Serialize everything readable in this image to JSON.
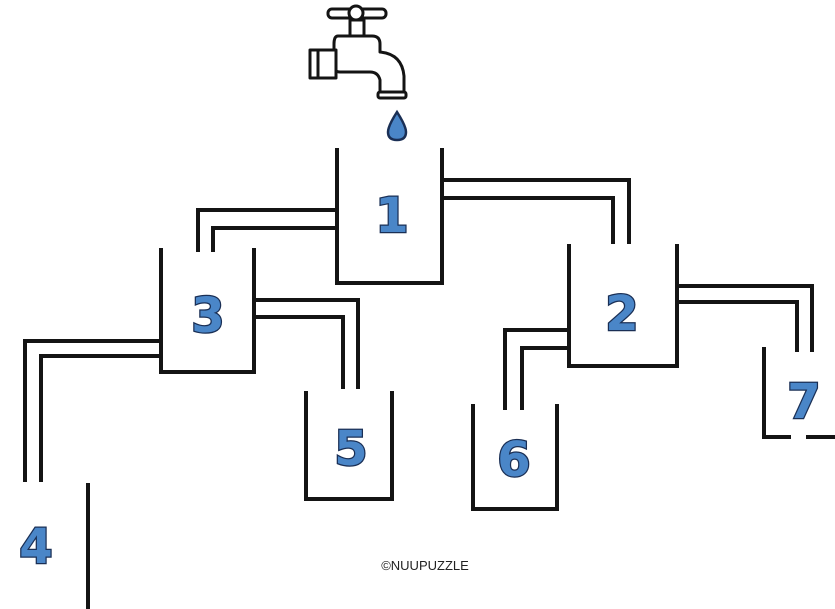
{
  "credit": "©NUUPUZZLE",
  "containers": [
    {
      "id": "container-1",
      "label": "1"
    },
    {
      "id": "container-2",
      "label": "2"
    },
    {
      "id": "container-3",
      "label": "3"
    },
    {
      "id": "container-4",
      "label": "4"
    },
    {
      "id": "container-5",
      "label": "5"
    },
    {
      "id": "container-6",
      "label": "6"
    },
    {
      "id": "container-7",
      "label": "7"
    }
  ],
  "colors": {
    "label_fill": "#4a86c8",
    "label_outline": "#1a2f55",
    "line": "#141414",
    "water": "#4a86c8"
  },
  "icons": [
    "faucet-icon",
    "water-drop-icon"
  ]
}
